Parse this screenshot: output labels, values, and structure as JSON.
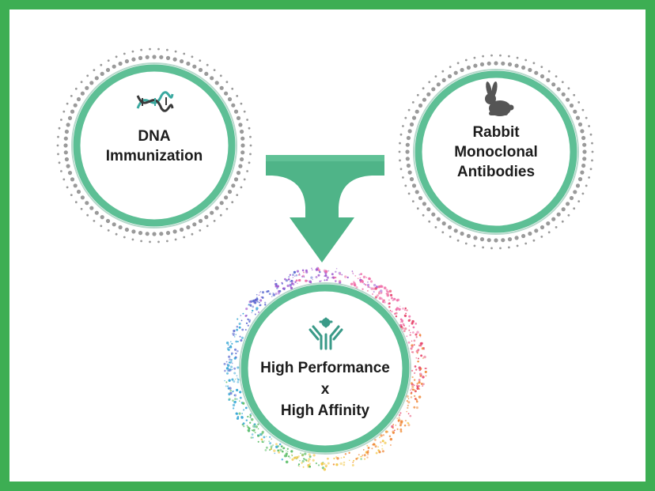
{
  "colors": {
    "border": "#3dae53",
    "ring": "#5dbf95",
    "ring_dark": "#2f8f6a",
    "arrow": "#4fb488",
    "dots": "#9a9a9a",
    "text": "#1c1c1c"
  },
  "nodes": {
    "dna": {
      "line1": "DNA",
      "line2": "Immunization",
      "icon": "dna-helix-icon"
    },
    "rabbit": {
      "line1": "Rabbit",
      "line2": "Monoclonal",
      "line3": "Antibodies",
      "icon": "rabbit-icon"
    },
    "result": {
      "line1": "High Performance",
      "line2": "x",
      "line3": "High Affinity",
      "icon": "antibody-icon"
    }
  }
}
